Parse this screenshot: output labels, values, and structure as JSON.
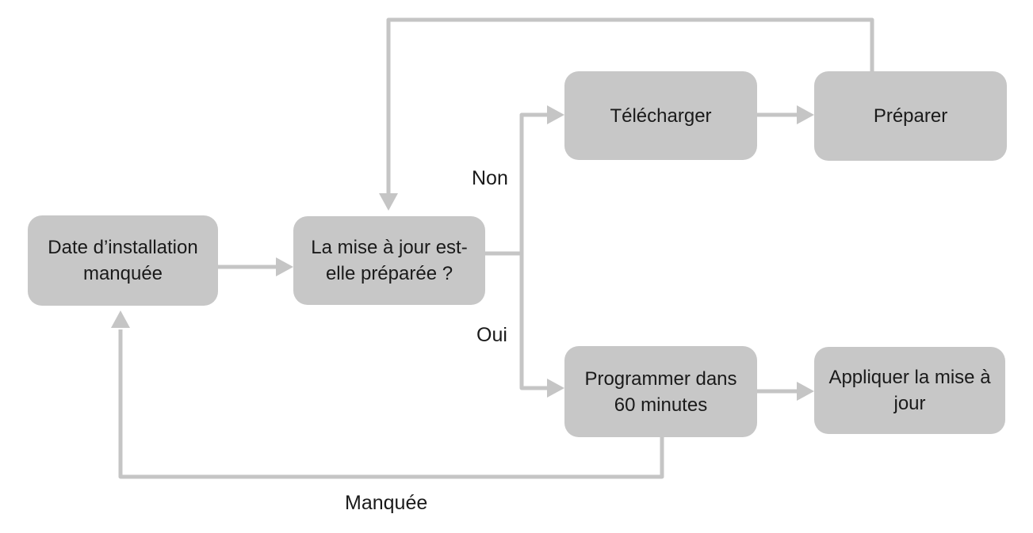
{
  "diagram": {
    "description": "Flowchart of software update installation flow (French)",
    "colors": {
      "background": "#ffffff",
      "node_fill": "#c7c7c7",
      "connector": "#c5c5c5",
      "text": "#1a1a1a"
    },
    "nodes": [
      {
        "id": "missed-install-date",
        "label": "Date d’installation manquée"
      },
      {
        "id": "update-prepared-question",
        "label": "La mise à jour est-elle préparée ?"
      },
      {
        "id": "download",
        "label": "Télécharger"
      },
      {
        "id": "prepare",
        "label": "Préparer"
      },
      {
        "id": "schedule-60-minutes",
        "label": "Programmer dans 60 minutes"
      },
      {
        "id": "apply-update",
        "label": "Appliquer la mise à jour"
      }
    ],
    "edge_labels": [
      {
        "id": "non",
        "label": "Non"
      },
      {
        "id": "oui",
        "label": "Oui"
      },
      {
        "id": "manquee",
        "label": "Manquée"
      }
    ],
    "edges": [
      {
        "from": "missed-install-date",
        "to": "update-prepared-question",
        "label": ""
      },
      {
        "from": "update-prepared-question",
        "to": "download",
        "label": "Non"
      },
      {
        "from": "update-prepared-question",
        "to": "schedule-60-minutes",
        "label": "Oui"
      },
      {
        "from": "download",
        "to": "prepare",
        "label": ""
      },
      {
        "from": "schedule-60-minutes",
        "to": "apply-update",
        "label": ""
      },
      {
        "from": "prepare",
        "to": "update-prepared-question",
        "label": ""
      },
      {
        "from": "schedule-60-minutes",
        "to": "missed-install-date",
        "label": "Manquée"
      }
    ]
  }
}
